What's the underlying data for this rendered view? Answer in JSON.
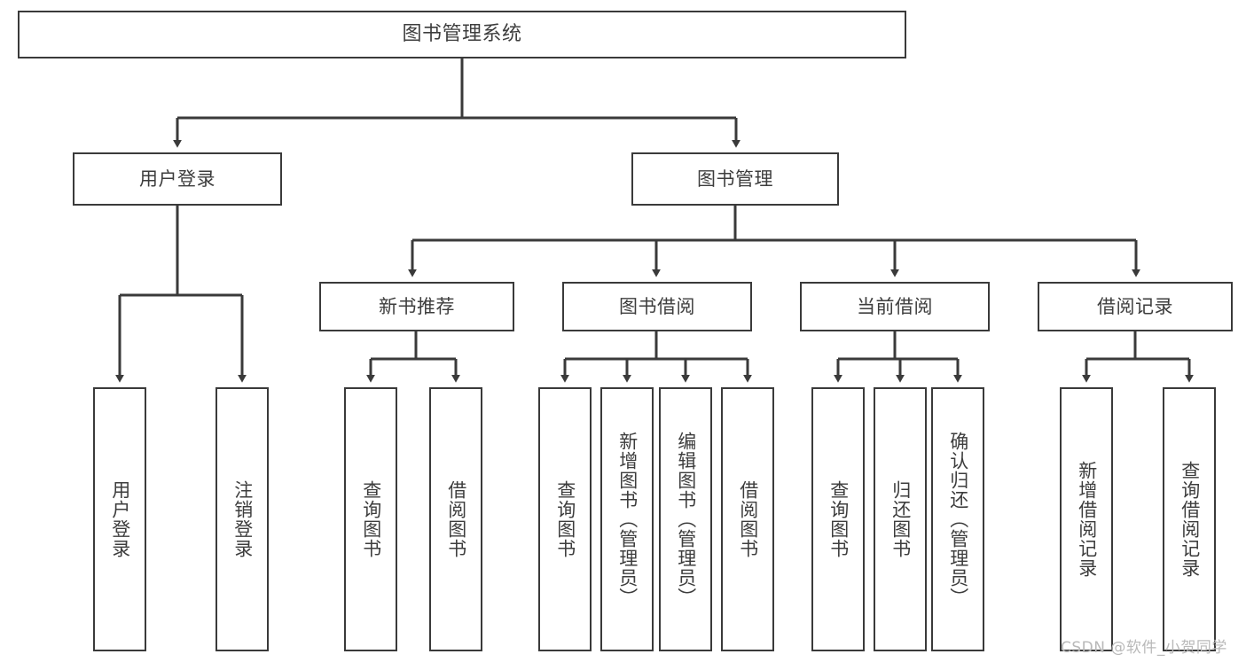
{
  "diagram": {
    "title_label": "图书管理系统",
    "line_color": "#3a3a3a",
    "text_color": "#3d3d3d",
    "box_fill": "#ffffff",
    "background": "#ffffff"
  },
  "nodes": {
    "root": {
      "label": "图书管理系统"
    },
    "level1": [
      {
        "label": "用户登录"
      },
      {
        "label": "图书管理"
      }
    ],
    "level2": [
      {
        "label": "新书推荐"
      },
      {
        "label": "图书借阅"
      },
      {
        "label": "当前借阅"
      },
      {
        "label": "借阅记录"
      }
    ],
    "leaves": {
      "user_login": [
        {
          "label": "用户登录"
        },
        {
          "label": "注销登录"
        }
      ],
      "new_book": [
        {
          "label": "查询图书"
        },
        {
          "label": "借阅图书"
        }
      ],
      "book_borrow": [
        {
          "label": "查询图书"
        },
        {
          "label": "新增图书（管理员）"
        },
        {
          "label": "编辑图书（管理员）"
        },
        {
          "label": "借阅图书"
        }
      ],
      "current_borrow": [
        {
          "label": "查询图书"
        },
        {
          "label": "归还图书"
        },
        {
          "label": "确认归还（管理员）"
        }
      ],
      "borrow_record": [
        {
          "label": "新增借阅记录"
        },
        {
          "label": "查询借阅记录"
        }
      ]
    }
  },
  "watermark": {
    "text": "CSDN @软件_小贺同学"
  }
}
